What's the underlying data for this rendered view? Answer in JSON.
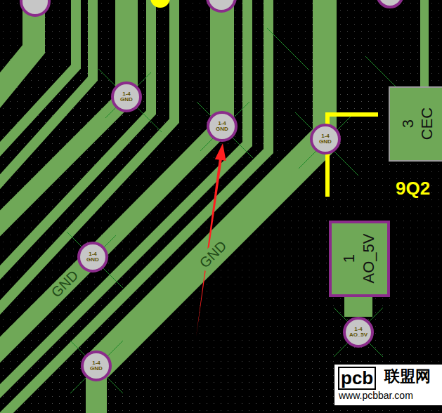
{
  "diagram": {
    "nodes": [
      {
        "text": [
          "1-4",
          "GND"
        ]
      },
      {
        "text": [
          "3",
          "CEC"
        ]
      },
      {
        "text": [
          "1-4",
          "GND"
        ]
      },
      {
        "text": [
          "1-4",
          "GND"
        ]
      },
      {
        "text": [
          "1",
          "AO_5V"
        ]
      },
      {
        "text": [
          "1-4",
          "GND"
        ]
      },
      {
        "text": [
          "1-4",
          "AO_5V"
        ]
      },
      {
        "text": [
          "1-4",
          "GND"
        ]
      }
    ],
    "edges": [
      {
        "from": 4,
        "to": 6,
        "arrow": "none"
      }
    ],
    "labels": [
      "GND",
      "GND",
      "9Q2",
      "pcb",
      "联盟网",
      "www.pcbbar.com"
    ]
  }
}
